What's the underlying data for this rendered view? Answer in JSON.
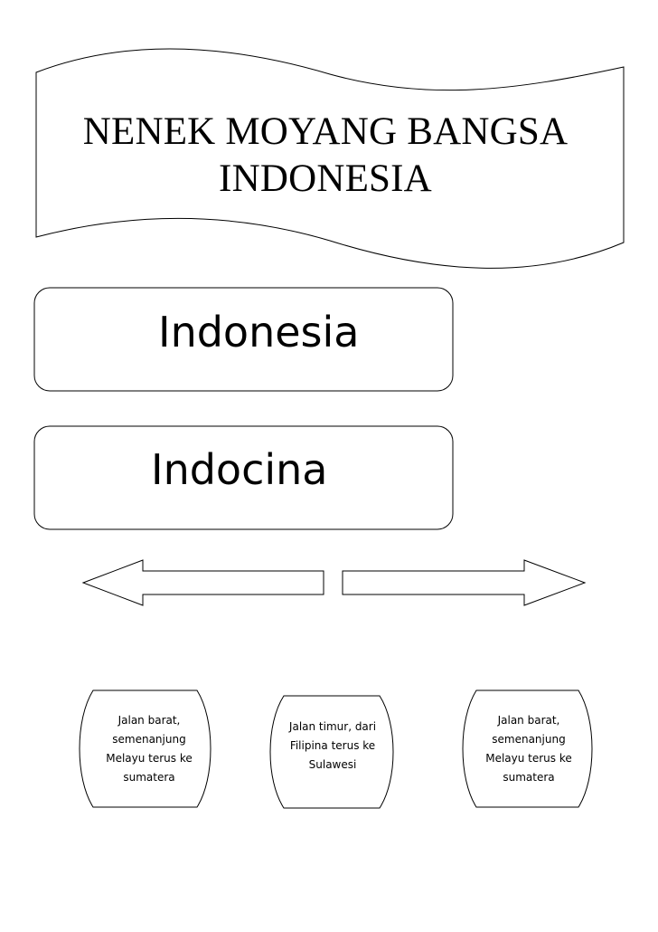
{
  "banner": {
    "title_line1": "NENEK MOYANG BANGSA",
    "title_line2": "INDONESIA"
  },
  "boxes": {
    "top_label": "Indonesia",
    "middle_label": "Indocina"
  },
  "routes": {
    "left": "Jalan barat,\nsemenanjung\nMelayu terus ke\nsumatera",
    "middle": "Jalan timur, dari\nFilipina terus ke\nSulawesi",
    "right": "Jalan barat,\nsemenanjung\nMelayu terus ke\nsumatera"
  }
}
